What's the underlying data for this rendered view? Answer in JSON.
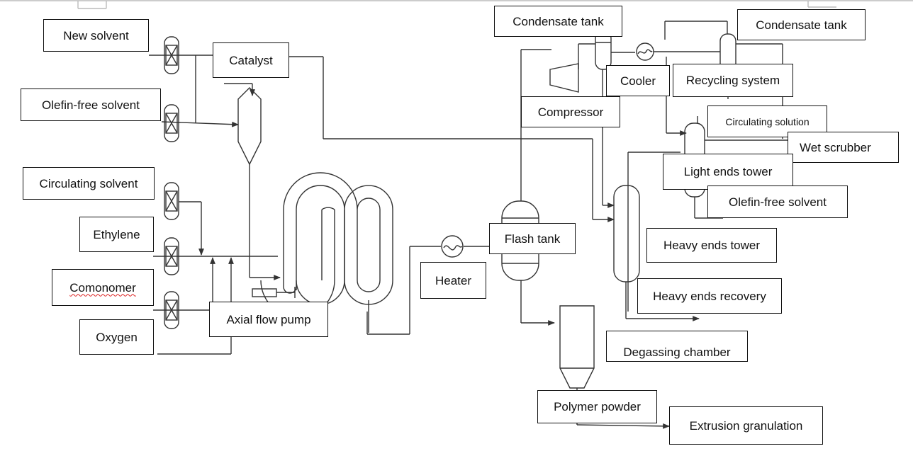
{
  "labels": {
    "new_solvent": "New solvent",
    "olefin_free_solvent_in": "Olefin-free solvent",
    "circulating_solvent": "Circulating solvent",
    "ethylene": "Ethylene",
    "comonomer": "Comonomer",
    "oxygen": "Oxygen",
    "catalyst": "Catalyst",
    "axial_flow_pump": "Axial flow pump",
    "heater": "Heater",
    "flash_tank": "Flash tank",
    "condensate_tank_1": "Condensate tank",
    "compressor": "Compressor",
    "cooler": "Cooler",
    "condensate_tank_2": "Condensate tank",
    "recycling_system": "Recycling system",
    "circulating_solution": "Circulating solution",
    "wet_scrubber": "Wet scrubber",
    "light_ends_tower": "Light ends tower",
    "olefin_free_solvent_out": "Olefin-free solvent",
    "heavy_ends_tower": "Heavy ends tower",
    "heavy_ends_recovery": "Heavy ends recovery",
    "degassing_chamber": "Degassing chamber",
    "polymer_powder": "Polymer powder",
    "extrusion_granulation": "Extrusion granulation"
  },
  "colors": {
    "line": "#333333",
    "border": "#111111",
    "spellcheck": "#dd2222"
  }
}
